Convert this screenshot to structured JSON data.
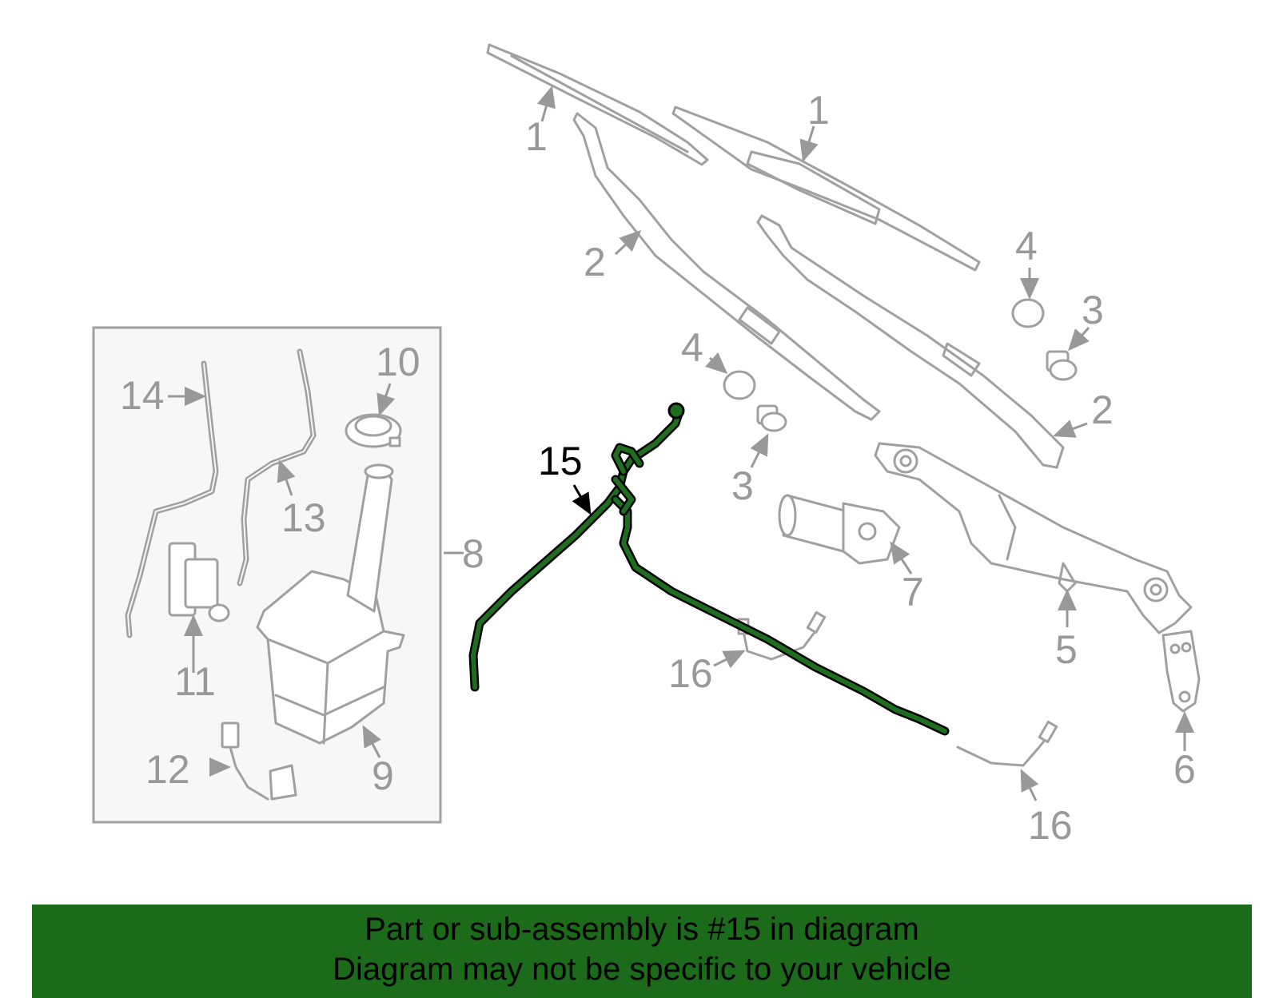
{
  "diagram": {
    "highlighted_part": "15",
    "callouts": {
      "c1a": "1",
      "c1b": "1",
      "c2a": "2",
      "c2b": "2",
      "c3a": "3",
      "c3b": "3",
      "c4a": "4",
      "c4b": "4",
      "c5": "5",
      "c6": "6",
      "c7": "7",
      "c8": "8",
      "c9": "9",
      "c10": "10",
      "c11": "11",
      "c12": "12",
      "c13": "13",
      "c14": "14",
      "c15": "15",
      "c16a": "16",
      "c16b": "16"
    }
  },
  "banner": {
    "line1": "Part or sub-assembly is #15 in diagram",
    "line2": "Diagram may not be specific to your vehicle"
  },
  "colors": {
    "highlight": "#1f6e1f",
    "banner": "#1b6b1b",
    "part_outline": "#a0a0a0"
  }
}
